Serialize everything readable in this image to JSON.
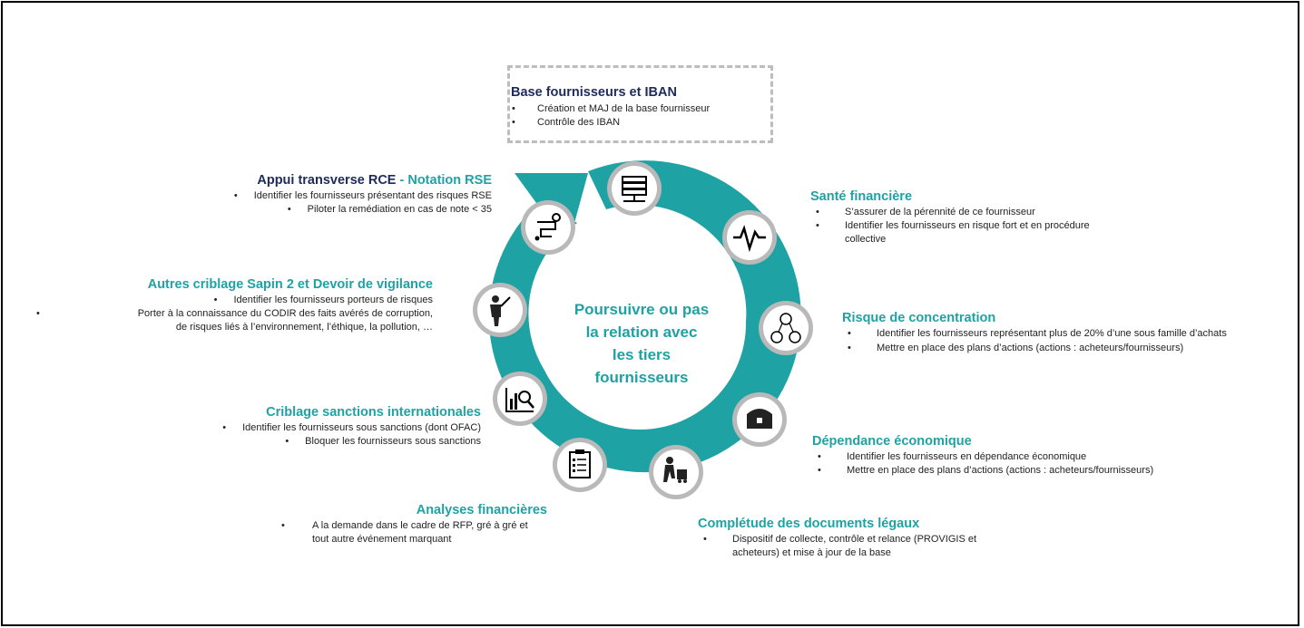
{
  "center": {
    "lines": [
      "Poursuivre ou pas",
      "la relation avec",
      "les tiers",
      "fournisseurs"
    ]
  },
  "colors": {
    "teal": "#1fa2a4",
    "navy": "#1e2b5a",
    "icon_ring": "#b9b9b9",
    "dashed_border": "#bdbdbd"
  },
  "top_box": {
    "title": "Base fournisseurs et IBAN",
    "bullets": [
      "Création et MAJ de la base fournisseur",
      "Contrôle des IBAN"
    ]
  },
  "right_blocks": [
    {
      "title": "Santé financière",
      "bullets": [
        "S’assurer de la pérennité de ce fournisseur",
        "Identifier les fournisseurs en risque fort et en procédure collective"
      ]
    },
    {
      "title": "Risque de concentration",
      "bullets": [
        "Identifier les fournisseurs représentant plus de 20% d’une sous famille d’achats",
        "Mettre en place des plans d’actions (actions : acheteurs/fournisseurs)"
      ]
    },
    {
      "title": "Dépendance économique",
      "bullets": [
        "Identifier les fournisseurs en dépendance économique",
        "Mettre en place des plans d’actions (actions : acheteurs/fournisseurs)"
      ]
    },
    {
      "title": "Complétude des documents légaux",
      "bullets": [
        "Dispositif de collecte, contrôle et relance (PROVIGIS et acheteurs) et mise à jour de la base"
      ]
    }
  ],
  "left_blocks": [
    {
      "title_part1": "Appui transverse RCE",
      "title_part2": " - Notation RSE",
      "bullets": [
        "Identifier les fournisseurs présentant des risques RSE",
        "Piloter la remédiation en cas de note < 35"
      ]
    },
    {
      "title": "Autres criblage Sapin 2 et Devoir de vigilance",
      "bullets": [
        "Identifier les fournisseurs porteurs de risques",
        "Porter à la connaissance du CODIR des faits avérés de corruption,",
        "de risques liés à l’environnement, l’éthique, la pollution, …"
      ]
    },
    {
      "title": "Criblage sanctions internationales",
      "bullets": [
        "Identifier les fournisseurs sous sanctions (dont OFAC)",
        "Bloquer les fournisseurs sous sanctions"
      ]
    },
    {
      "title": "Analyses financières",
      "bullets": [
        "A la demande dans le cadre de RFP, gré à gré et tout autre événement marquant"
      ]
    }
  ],
  "icons": [
    "server-icon",
    "heartbeat-icon",
    "network-users-icon",
    "treasure-chest-icon",
    "worker-cart-icon",
    "checklist-icon",
    "chart-magnifier-icon",
    "presenter-icon",
    "route-pin-icon"
  ]
}
